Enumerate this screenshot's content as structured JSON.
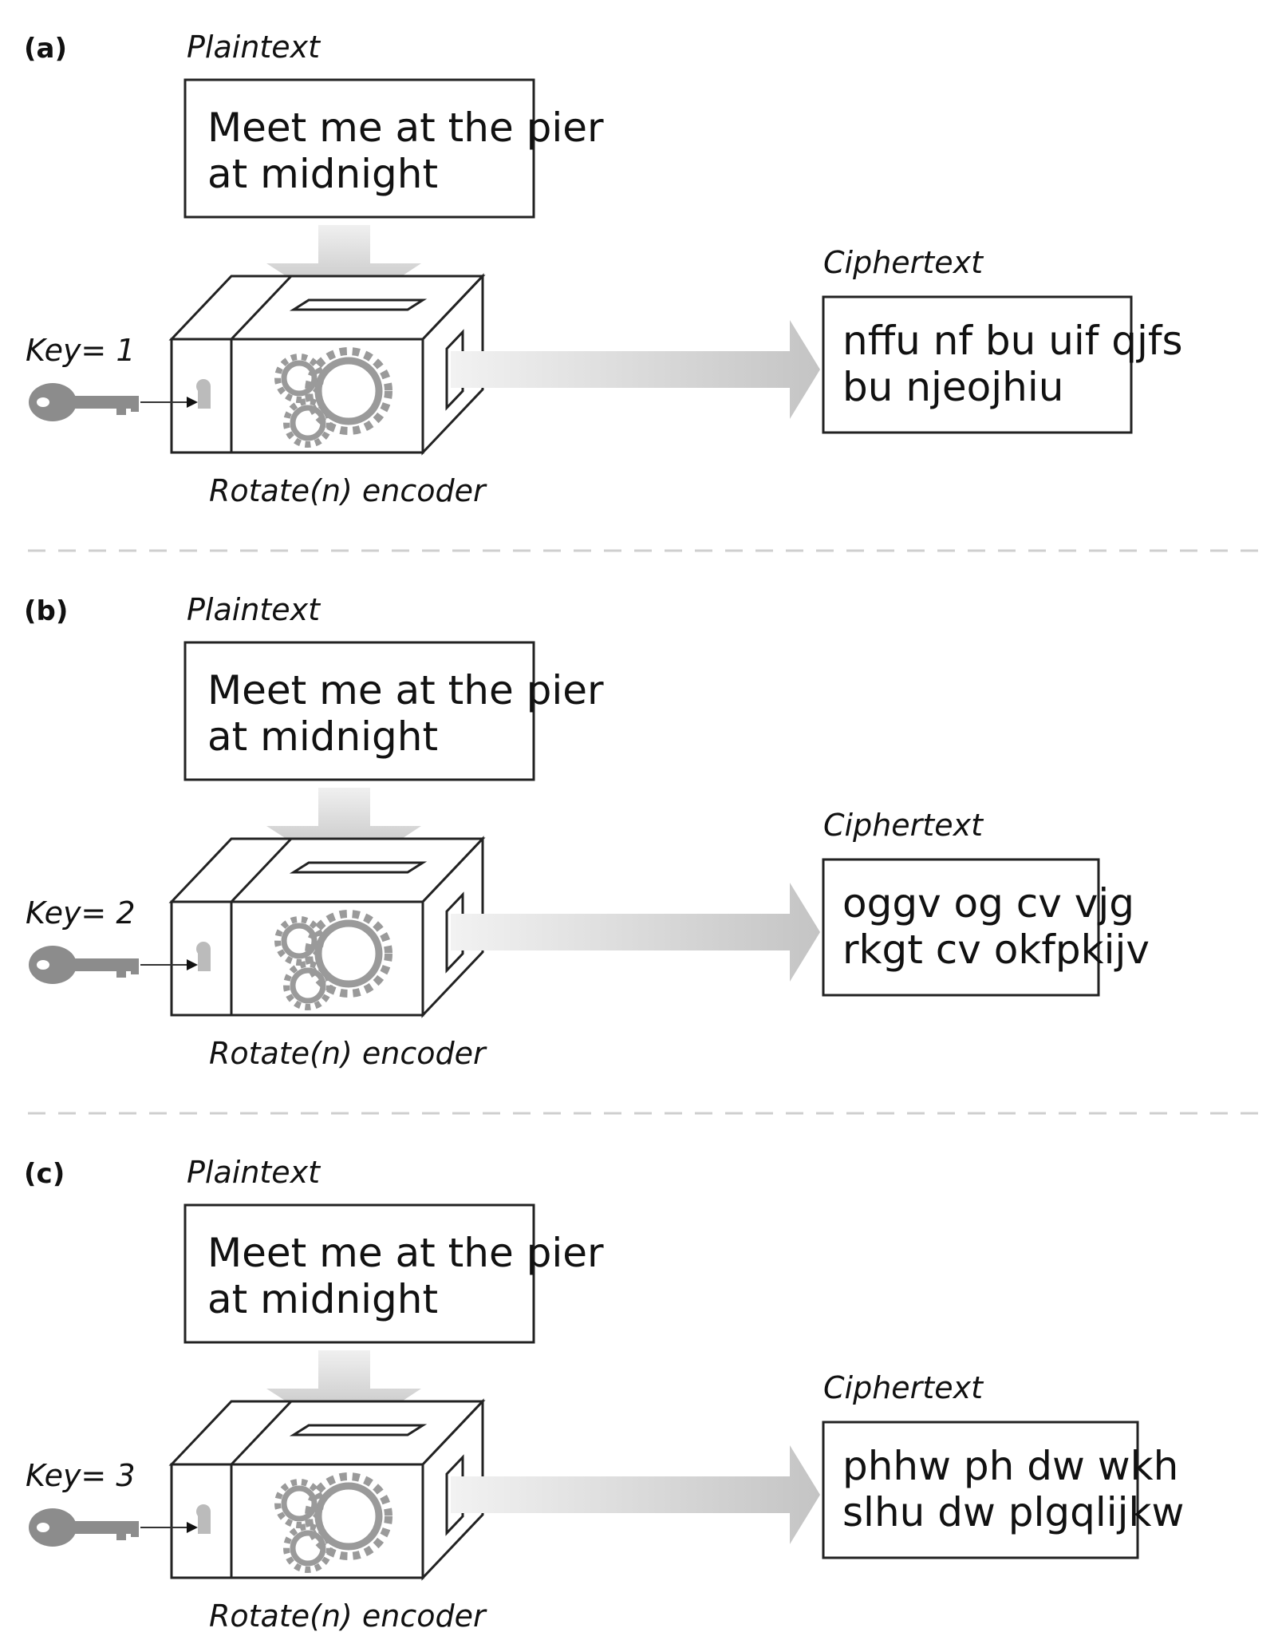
{
  "panels": [
    {
      "id": "a",
      "label": "(a)",
      "plaintext_caption": "Plaintext",
      "plaintext_lines": [
        "Meet me at the pier",
        "at midnight"
      ],
      "key_label": "Key= 1",
      "encoder_caption": "Rotate(n) encoder",
      "ciphertext_caption": "Ciphertext",
      "ciphertext_lines": [
        "nffu nf bu uif qjfs",
        "bu njeojhiu"
      ]
    },
    {
      "id": "b",
      "label": "(b)",
      "plaintext_caption": "Plaintext",
      "plaintext_lines": [
        "Meet me at the pier",
        "at midnight"
      ],
      "key_label": "Key= 2",
      "encoder_caption": "Rotate(n) encoder",
      "ciphertext_caption": "Ciphertext",
      "ciphertext_lines": [
        "oggv og cv vjg",
        "rkgt cv okfpkijv"
      ]
    },
    {
      "id": "c",
      "label": "(c)",
      "plaintext_caption": "Plaintext",
      "plaintext_lines": [
        "Meet me at the pier",
        "at midnight"
      ],
      "key_label": "Key= 3",
      "encoder_caption": "Rotate(n) encoder",
      "ciphertext_caption": "Ciphertext",
      "ciphertext_lines": [
        "phhw ph dw wkh",
        "slhu dw plgqlijkw"
      ]
    }
  ],
  "icons": {
    "key": "key-icon",
    "gears": "gears-icon",
    "keyhole": "keyhole-icon",
    "arrow": "arrow-icon"
  },
  "colors": {
    "stroke": "#222222",
    "arrow_fill": "#c8c8c8",
    "key_fill": "#8c8c8c",
    "gear_stroke": "#999999",
    "divider": "#cfcfcf"
  }
}
